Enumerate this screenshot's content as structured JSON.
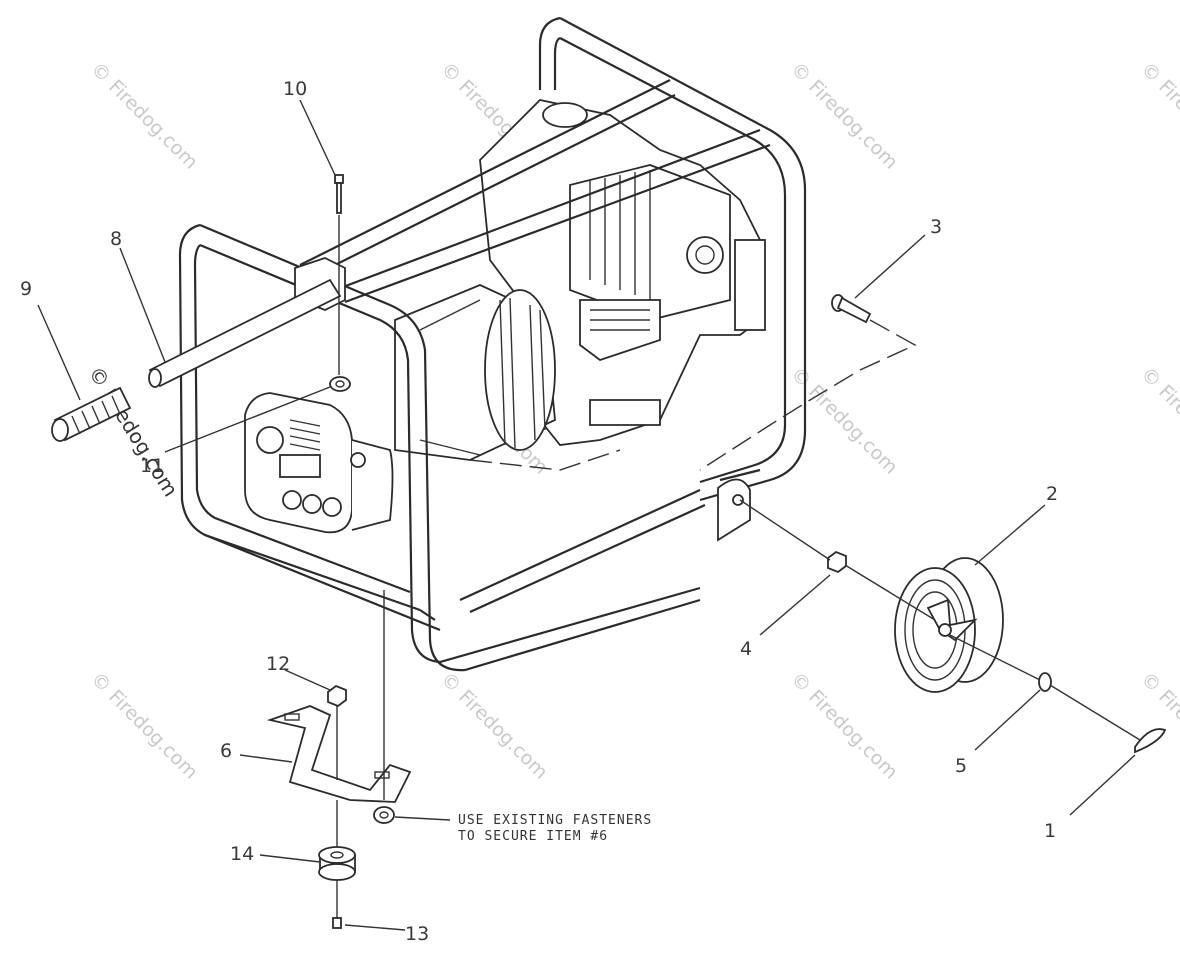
{
  "callouts": [
    "1",
    "2",
    "3",
    "4",
    "5",
    "6",
    "8",
    "9",
    "10",
    "11",
    "12",
    "13",
    "14"
  ],
  "note": {
    "line1": "USE EXISTING FASTENERS",
    "line2": "TO SECURE ITEM #6"
  },
  "watermark": "© Firedog.com",
  "colors": {
    "ink": "#2b2b2b",
    "watermark": "#c9c9c9",
    "background": "#ffffff"
  }
}
